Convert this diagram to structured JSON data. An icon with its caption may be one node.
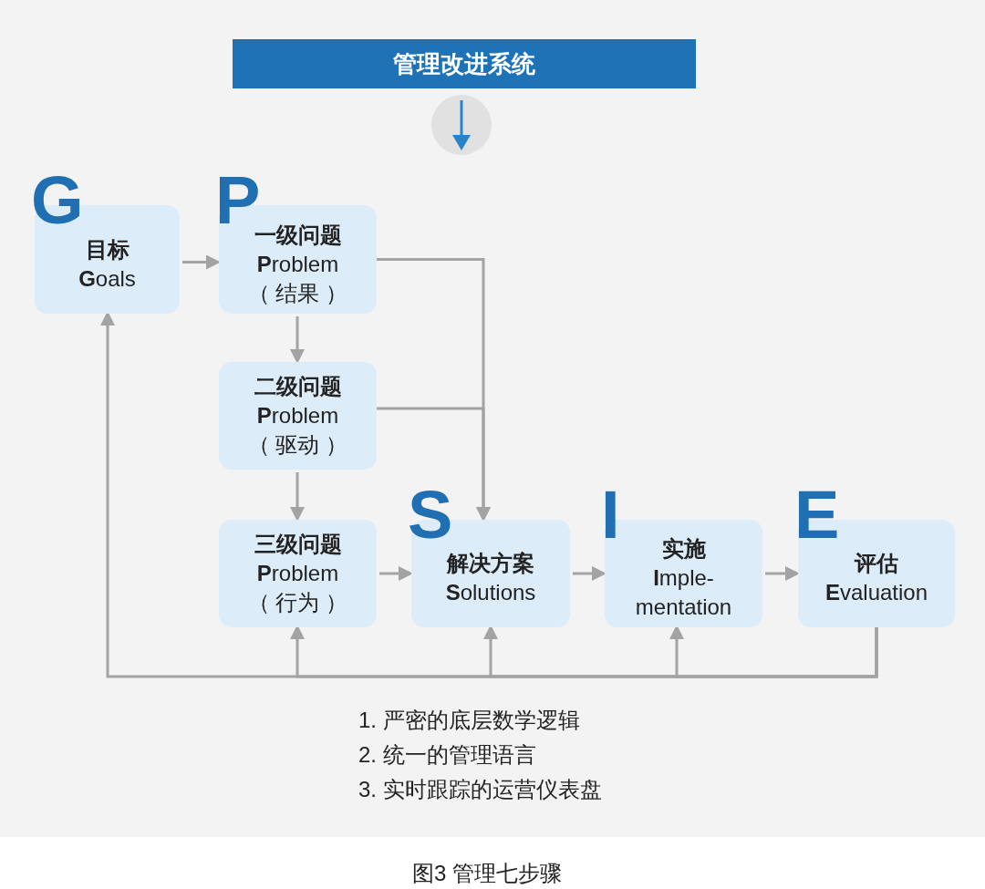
{
  "diagram": {
    "caption": "图3 管理七步骤",
    "nodes": [
      {
        "text": [
          "管理改进系统"
        ]
      },
      {
        "text": [
          "G",
          "目标",
          "**G**oals"
        ]
      },
      {
        "text": [
          "P",
          "一级问题",
          "**P**roblem",
          "（ 结果 ）"
        ]
      },
      {
        "text": [
          "二级问题",
          "**P**roblem",
          "（ 驱动 ）"
        ]
      },
      {
        "text": [
          "三级问题",
          "**P**roblem",
          "（ 行为 ）"
        ]
      },
      {
        "text": [
          "S",
          "解决方案",
          "**S**olutions"
        ]
      },
      {
        "text": [
          "I",
          "实施",
          "**I**mple- mentation"
        ]
      },
      {
        "text": [
          "E",
          "评估",
          "**E**valuation"
        ]
      }
    ],
    "edges": [
      {
        "from": 1,
        "to": 2,
        "arrow": "to"
      },
      {
        "from": 2,
        "to": 3,
        "arrow": "to"
      },
      {
        "from": 3,
        "to": 4,
        "arrow": "to"
      },
      {
        "from": 2,
        "to": 5,
        "arrow": "to"
      },
      {
        "from": 3,
        "to": 5,
        "arrow": "to"
      },
      {
        "from": 4,
        "to": 5,
        "arrow": "to"
      },
      {
        "from": 5,
        "to": 6,
        "arrow": "to"
      },
      {
        "from": 6,
        "to": 7,
        "arrow": "to"
      },
      {
        "from": 7,
        "to": 6,
        "arrow": "to"
      },
      {
        "from": 7,
        "to": 5,
        "arrow": "to"
      },
      {
        "from": 7,
        "to": 4,
        "arrow": "to"
      },
      {
        "from": 7,
        "to": 1,
        "arrow": "to"
      }
    ],
    "labels": [
      "1. 严密的底层数学逻辑",
      "2. 统一的管理语言",
      "3. 实时跟踪的运营仪表盘"
    ]
  }
}
